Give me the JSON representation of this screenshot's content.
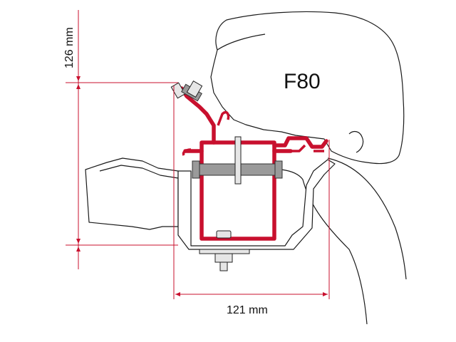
{
  "diagram": {
    "product_label": "F80",
    "height_dimension": "126 mm",
    "width_dimension": "121 mm"
  },
  "colors": {
    "bracket": "#c8102e",
    "dimension_line": "#c8102e",
    "outline": "#1a1a1a",
    "bolt_grey": "#9a9a9a"
  },
  "icons": {
    "dimension_arrow": "arrowhead"
  }
}
